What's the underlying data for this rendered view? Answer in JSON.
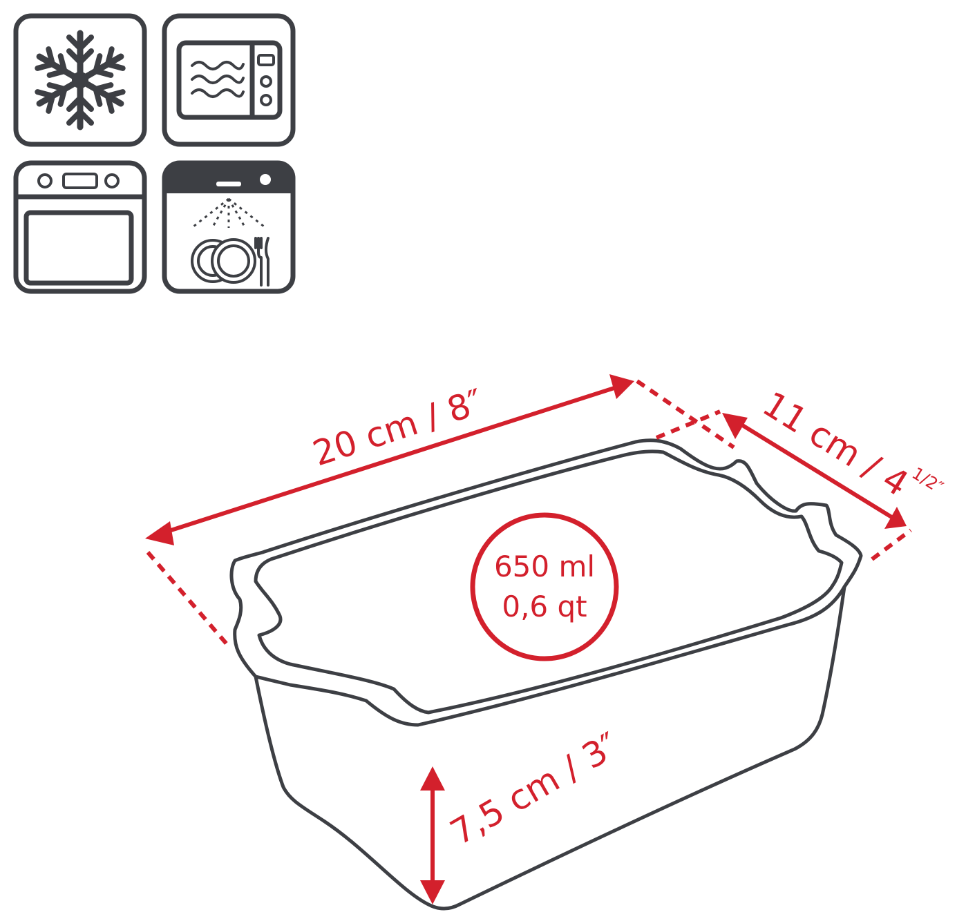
{
  "icons": [
    {
      "name": "freezer-safe",
      "icon": "snowflake-icon"
    },
    {
      "name": "microwave-safe",
      "icon": "microwave-icon"
    },
    {
      "name": "oven-safe",
      "icon": "oven-icon"
    },
    {
      "name": "dishwasher-safe",
      "icon": "dishwasher-icon"
    }
  ],
  "dimensions": {
    "length": "20 cm / 8″",
    "width_main": "11 cm / 4",
    "width_fraction": "1/2″",
    "height": "7,5 cm / 3″"
  },
  "capacity": {
    "ml": "650 ml",
    "qt": "0,6 qt"
  },
  "colors": {
    "accent": "#d3202c",
    "ink": "#3d3f44"
  }
}
